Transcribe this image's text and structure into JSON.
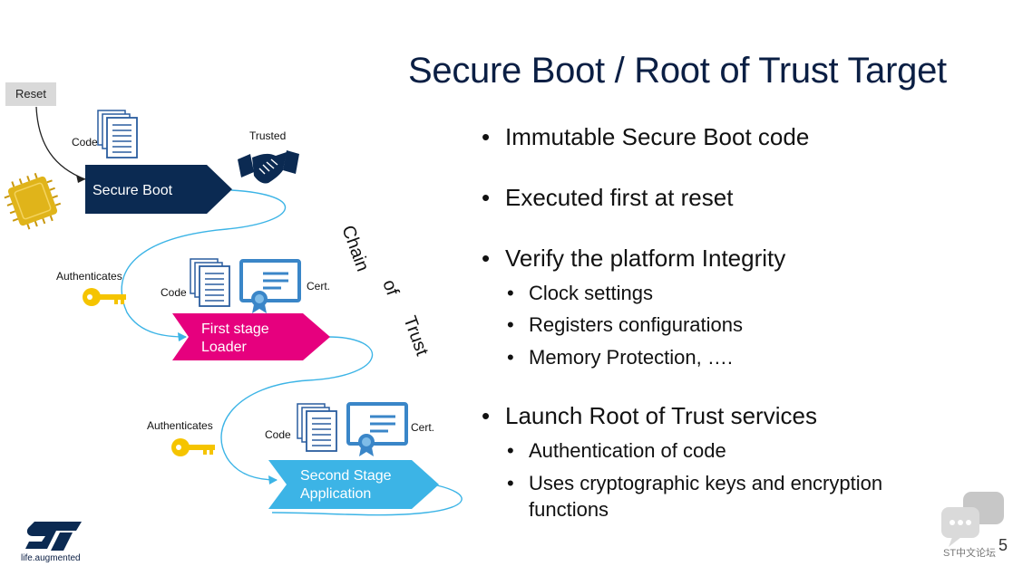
{
  "slide": {
    "title": "Secure Boot / Root of Trust Target",
    "page_number": "5"
  },
  "bullets": [
    {
      "text": "Immutable Secure Boot code",
      "subs": []
    },
    {
      "text": "Executed first at reset",
      "subs": []
    },
    {
      "text": "Verify the platform Integrity",
      "subs": [
        "Clock settings",
        "Registers configurations",
        "Memory Protection, …."
      ]
    },
    {
      "text": "Launch Root of Trust services",
      "subs": [
        "Authentication of code",
        "Uses cryptographic keys and encryption",
        "functions"
      ]
    }
  ],
  "bullet_glyph": "•",
  "diagram": {
    "reset_label": "Reset",
    "code_label": "Code",
    "trusted_label": "Trusted",
    "authenticates_label": "Authenticates",
    "cert_label": "Cert.",
    "stage1": "Secure Boot",
    "stage2_line1": "First stage",
    "stage2_line2": "Loader",
    "stage3_line1": "Second Stage",
    "stage3_line2": "Application",
    "chain_word1": "Chain",
    "chain_word2": "of",
    "chain_word3": "Trust"
  },
  "footer": {
    "tagline": "life.augmented",
    "forum_watermark": "ST中文论坛"
  },
  "colors": {
    "navy": "#0b2a52",
    "magenta": "#e6007e",
    "sky": "#3cb4e6",
    "key_yellow": "#f5c400",
    "chip_gold": "#e0b41a",
    "curve": "#3cb4e6"
  },
  "icons": [
    "document-stack-icon",
    "certificate-icon",
    "key-icon",
    "handshake-icon",
    "chip-icon",
    "st-logo",
    "chat-watermark-icon"
  ]
}
